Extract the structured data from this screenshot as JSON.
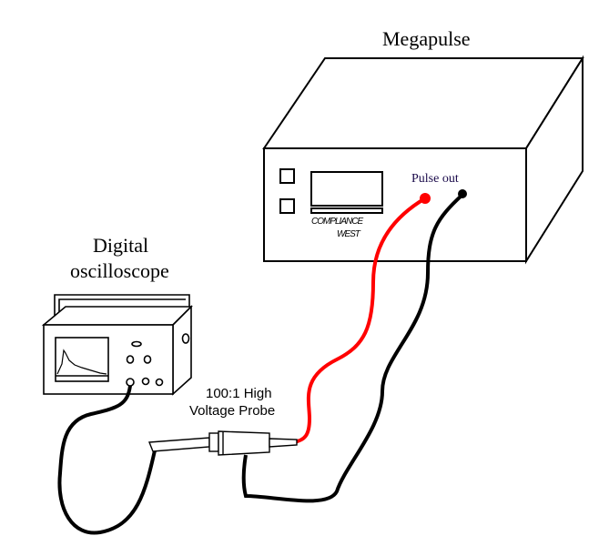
{
  "labels": {
    "megapulse": "Megapulse",
    "pulse_out": "Pulse out",
    "brand_line1": "COMPLIANCE",
    "brand_line2": "WEST",
    "scope_line1": "Digital",
    "scope_line2": "oscilloscope",
    "probe_line1": "100:1 High",
    "probe_line2": "Voltage Probe"
  },
  "colors": {
    "red_lead": "#ff0000",
    "black_lead": "#000000",
    "pulse_out_text": "#1a0a4a"
  }
}
